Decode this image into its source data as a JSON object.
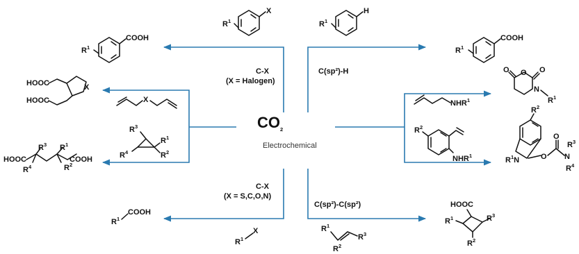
{
  "hub": {
    "title_main": "CO",
    "title_sub": "2",
    "subtitle": "Electrochemical"
  },
  "colors": {
    "arrow": "#2a7ab0",
    "bond": "#111111"
  },
  "conditions": {
    "cx_halogen_line1": "C-X",
    "cx_halogen_line2": "(X = Halogen)",
    "csp2h": "C(sp²)-H",
    "cx_hetero_line1": "C-X",
    "cx_hetero_line2": "(X = S,C,O,N)",
    "csp2csp2": "C(sp²)-C(sp²)"
  },
  "atoms": {
    "X": "X",
    "H": "H",
    "COOH": "COOH",
    "HOOC": "HOOC",
    "R": "R",
    "sup1": "1",
    "sup2": "2",
    "sup3": "3",
    "sup4": "4",
    "NHR": "NHR",
    "N": "N",
    "O": "O"
  }
}
